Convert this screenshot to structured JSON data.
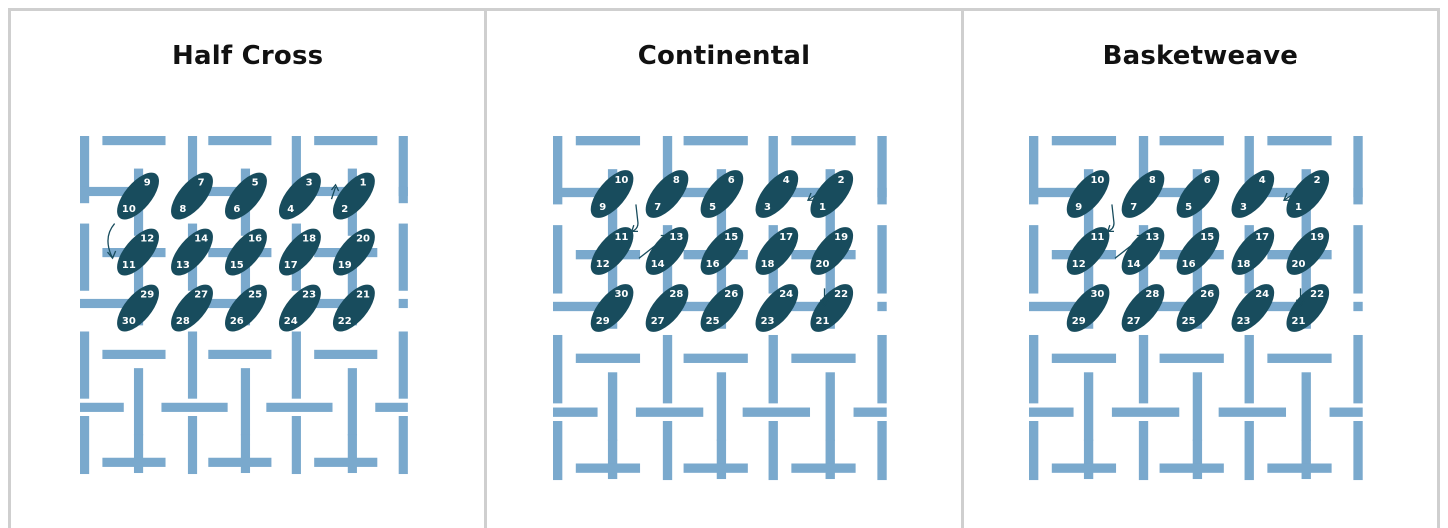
{
  "panels": [
    {
      "id": "half-cross",
      "title": "Half Cross"
    },
    {
      "id": "continental",
      "title": "Continental"
    },
    {
      "id": "basketweave",
      "title": "Basketweave"
    }
  ],
  "colors": {
    "canvas_thread": "#7aa9cd",
    "stitch": "#184c5d",
    "stitch_number": "#ffffff",
    "border": "#cfcfcf"
  },
  "stitch_rows": {
    "half-cross": [
      [
        [
          "9",
          "10"
        ],
        [
          "7",
          "8"
        ],
        [
          "5",
          "6"
        ],
        [
          "3",
          "4"
        ],
        [
          "1",
          "2"
        ]
      ],
      [
        [
          "12",
          "11"
        ],
        [
          "14",
          "13"
        ],
        [
          "16",
          "15"
        ],
        [
          "18",
          "17"
        ],
        [
          "20",
          "19"
        ]
      ],
      [
        [
          "29",
          "30"
        ],
        [
          "27",
          "28"
        ],
        [
          "25",
          "26"
        ],
        [
          "23",
          "24"
        ],
        [
          "21",
          "22"
        ]
      ]
    ],
    "continental": [
      [
        [
          "10",
          "9"
        ],
        [
          "8",
          "7"
        ],
        [
          "6",
          "5"
        ],
        [
          "4",
          "3"
        ],
        [
          "2",
          "1"
        ]
      ],
      [
        [
          "11",
          "12"
        ],
        [
          "13",
          "14"
        ],
        [
          "15",
          "16"
        ],
        [
          "17",
          "18"
        ],
        [
          "19",
          "20"
        ]
      ],
      [
        [
          "30",
          "29"
        ],
        [
          "28",
          "27"
        ],
        [
          "26",
          "25"
        ],
        [
          "24",
          "23"
        ],
        [
          "22",
          "21"
        ]
      ]
    ],
    "basketweave": [
      [
        [
          "10",
          "9"
        ],
        [
          "8",
          "7"
        ],
        [
          "6",
          "5"
        ],
        [
          "4",
          "3"
        ],
        [
          "2",
          "1"
        ]
      ],
      [
        [
          "11",
          "12"
        ],
        [
          "13",
          "14"
        ],
        [
          "15",
          "16"
        ],
        [
          "17",
          "18"
        ],
        [
          "19",
          "20"
        ]
      ],
      [
        [
          "30",
          "29"
        ],
        [
          "28",
          "27"
        ],
        [
          "26",
          "25"
        ],
        [
          "24",
          "23"
        ],
        [
          "22",
          "21"
        ]
      ]
    ]
  }
}
